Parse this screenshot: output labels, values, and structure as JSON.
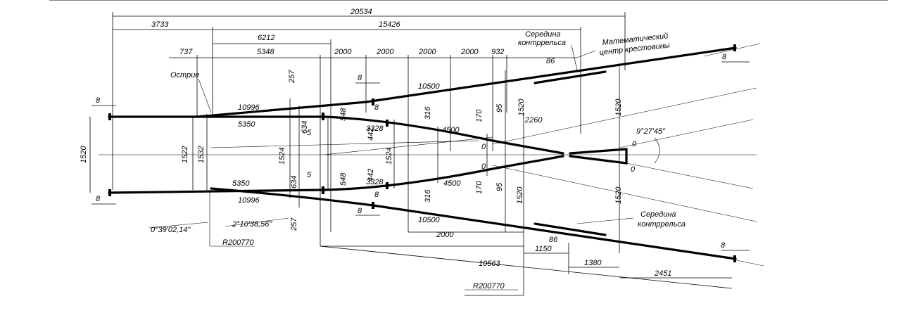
{
  "dims": {
    "total": "20534",
    "a3733": "3733",
    "a15426": "15426",
    "a6212": "6212",
    "a737": "737",
    "a5348": "5348",
    "s2000a": "2000",
    "s2000b": "2000",
    "s2000c": "2000",
    "s2000d": "2000",
    "s932": "932",
    "gauge_left": "1520",
    "g1522": "1522",
    "g1532": "1532",
    "g1524a": "1524",
    "g1524b": "1524",
    "g634a": "634",
    "g634b": "634",
    "g548a": "548",
    "g548b": "548",
    "g442a": "442",
    "g442b": "442",
    "g316a": "316",
    "g316b": "316",
    "g170a": "170",
    "g170b": "170",
    "g95a": "95",
    "g95b": "95",
    "g1520a": "1520",
    "g1520b": "1520",
    "g1520c": "1520",
    "g1520d": "1520",
    "r10996a": "10996",
    "r10996b": "10996",
    "r5350a": "5350",
    "r5350b": "5350",
    "r10500a": "10500",
    "r10500b": "10500",
    "r3328a": "3328",
    "r3328b": "3328",
    "r4500a": "4500",
    "r4500b": "4500",
    "r2260": "2260",
    "j8a": "8",
    "j8b": "8",
    "j8c": "8",
    "j8d": "8",
    "j8e": "8",
    "j8f": "8",
    "j8g": "8",
    "j8h": "8",
    "d257a": "257",
    "d257b": "257",
    "d5a": "5",
    "d5b": "5",
    "d86a": "86",
    "d86b": "86",
    "zero1": "0",
    "zero2": "0",
    "zero3": "0",
    "zero4": "0",
    "b2000": "2000",
    "b10563": "10563",
    "b1150": "1150",
    "b1380": "1380",
    "b2451": "2451"
  },
  "labels": {
    "ostrie": "Острие",
    "seredina_top_1": "Середина",
    "seredina_top_2": "контррельса",
    "math_center_1": "Математический",
    "math_center_2": "центр крестовины",
    "seredina_bot_1": "Середина",
    "seredina_bot_2": "контррельса",
    "angle_frog": "9°27'45\"",
    "angle_switch1": "0°39'02,14\"",
    "angle_switch2": "2°10'38,56\"",
    "radius1": "R200770",
    "radius2": "R200770"
  }
}
